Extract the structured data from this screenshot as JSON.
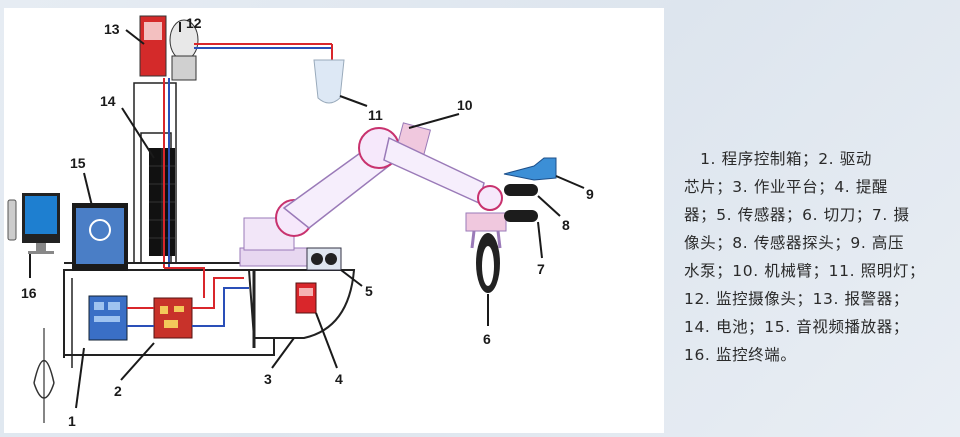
{
  "legend": {
    "lines": [
      "　1. 程序控制箱；2. 驱动",
      "芯片；3. 作业平台；4. 提醒",
      "器；5. 传感器；6. 切刀；7. 摄",
      "像头；8. 传感器探头；9. 高压",
      "水泵；10. 机械臂；11. 照明灯；",
      "12. 监控摄像头；13. 报警器；",
      "14. 电池；15. 音视频播放器；",
      "16. 监控终端。"
    ]
  },
  "callouts": [
    "1",
    "2",
    "3",
    "4",
    "5",
    "6",
    "7",
    "8",
    "9",
    "10",
    "11",
    "12",
    "13",
    "14",
    "15",
    "16"
  ],
  "colors": {
    "wire_red": "#d9262b",
    "wire_blue": "#2a4fb8",
    "arm_outline": "#9a7ab8",
    "arm_joint": "#c8326e",
    "panel_black": "#1b1b1b",
    "screen_blue": "#1e7fd0"
  }
}
